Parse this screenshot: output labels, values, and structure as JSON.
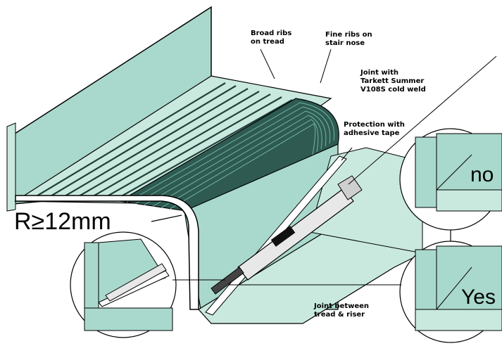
{
  "labels": {
    "broad_ribs": [
      "Broad ribs",
      "on tread"
    ],
    "fine_ribs": [
      "Fine ribs on",
      "stair nose"
    ],
    "joint_with": [
      "Joint with",
      "Tarkett Summer",
      "V108S cold weld"
    ],
    "protection": [
      "Protection with",
      "adhesive tape"
    ],
    "joint_between": [
      "Joint between",
      "tread & riser"
    ],
    "radius": "R≥12mm",
    "no": "no",
    "yes": "Yes"
  },
  "colors": {
    "surface": "#a9d9cc",
    "surface_light": "#c9e9de",
    "surface_dark": "#7fc1b0",
    "rib_dark": "#1f3f39",
    "outline": "#000000"
  }
}
